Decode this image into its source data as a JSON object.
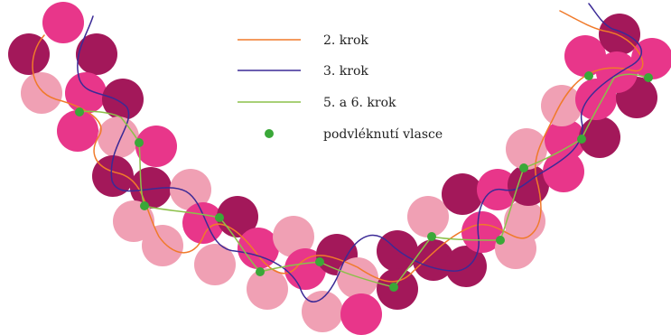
{
  "legend": {
    "items": [
      {
        "label": "2. krok",
        "color": "#f07a2a",
        "kind": "line"
      },
      {
        "label": "3. krok",
        "color": "#3b2a96",
        "kind": "line"
      },
      {
        "label": "5. a 6. krok",
        "color": "#8cc04a",
        "kind": "line"
      },
      {
        "label": "podvléknutí vlasce",
        "color": "#3aa838",
        "kind": "dot"
      }
    ]
  },
  "colors": {
    "bead_dark": "#a3185a",
    "bead_bright": "#e8368a",
    "bead_light": "#f0a0b4",
    "background": "#ffffff"
  },
  "icons": [
    "bead",
    "thread",
    "threading-point"
  ]
}
